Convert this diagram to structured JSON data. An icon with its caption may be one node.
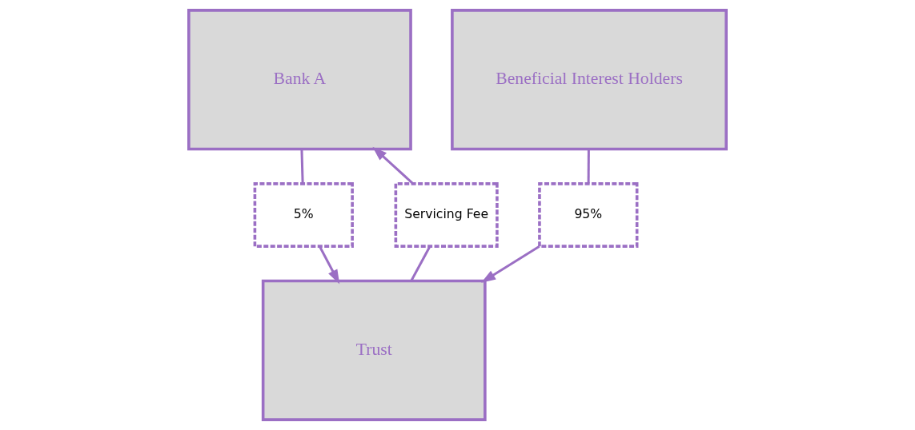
{
  "diagram": {
    "nodes": [
      {
        "text": [
          "Bank A"
        ]
      },
      {
        "text": [
          "Beneficial Interest Holders"
        ]
      },
      {
        "text": [
          "Servicing Fee"
        ]
      },
      {
        "text": [
          "5%"
        ]
      },
      {
        "text": [
          "95%"
        ]
      },
      {
        "text": [
          "Trust"
        ]
      }
    ],
    "edges": [
      {
        "from": 0,
        "to": 3,
        "arrow": "none"
      },
      {
        "from": 3,
        "to": 5,
        "arrow": "to"
      },
      {
        "from": 5,
        "to": 2,
        "arrow": "none"
      },
      {
        "from": 2,
        "to": 0,
        "arrow": "to"
      },
      {
        "from": 1,
        "to": 4,
        "arrow": "none"
      },
      {
        "from": 4,
        "to": 5,
        "arrow": "to"
      }
    ]
  }
}
